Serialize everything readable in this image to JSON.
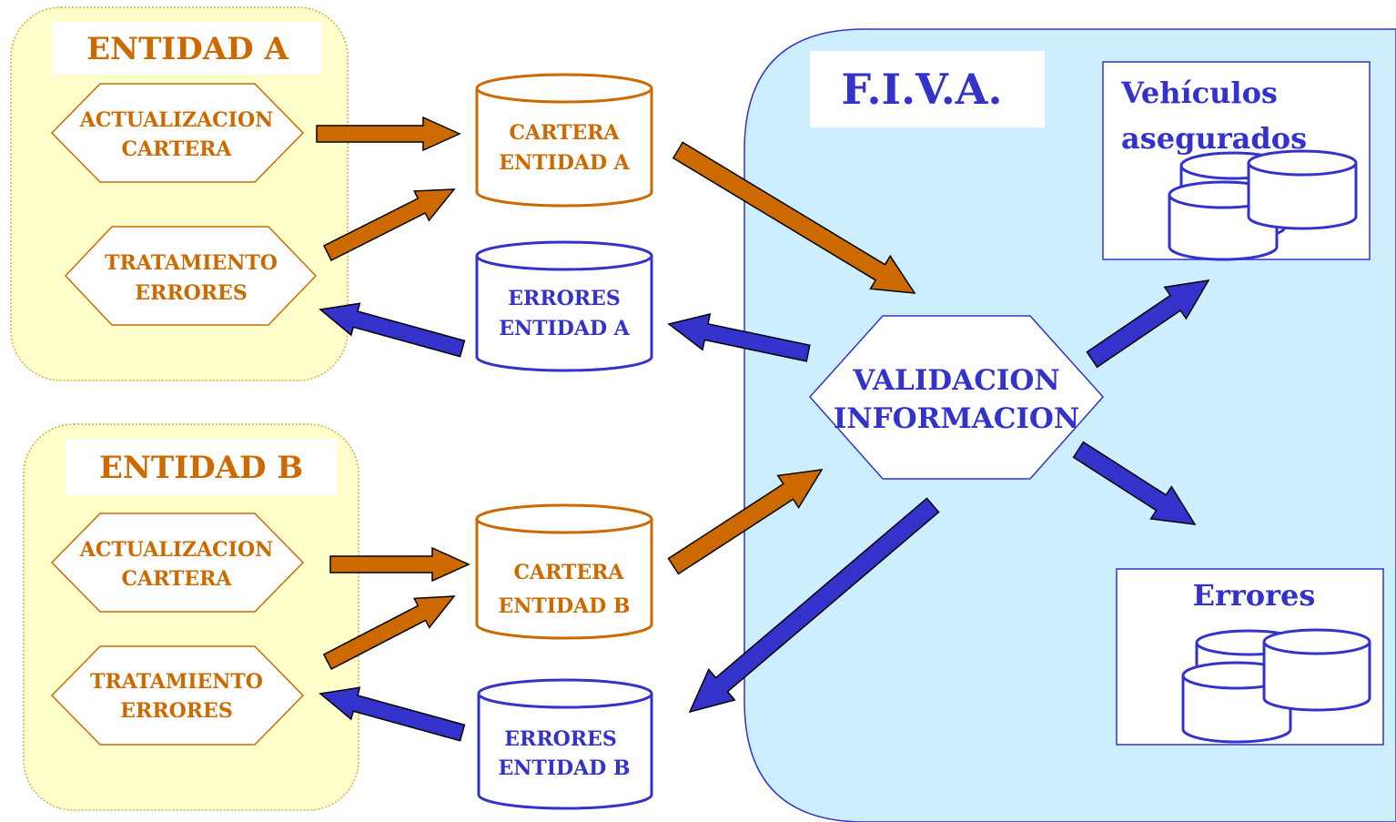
{
  "entity_a": {
    "title": "ENTIDAD A",
    "process_update": [
      "ACTUALIZACION",
      "CARTERA"
    ],
    "process_errors": [
      "TRATAMIENTO",
      "ERRORES"
    ]
  },
  "entity_b": {
    "title": "ENTIDAD B",
    "process_update": [
      "ACTUALIZACION",
      "CARTERA"
    ],
    "process_errors": [
      "TRATAMIENTO",
      "ERRORES"
    ]
  },
  "stores": {
    "cartera_a": [
      "CARTERA",
      "ENTIDAD A"
    ],
    "errores_a": [
      "ERRORES",
      "ENTIDAD A"
    ],
    "cartera_b": [
      "CARTERA",
      "ENTIDAD B"
    ],
    "errores_b": [
      "ERRORES",
      "ENTIDAD B"
    ]
  },
  "fiva": {
    "title": "F.I.V.A.",
    "validation": [
      "VALIDACION",
      "INFORMACION"
    ],
    "vehicles_box": [
      "Vehículos",
      "asegurados"
    ],
    "errors_box": "Errores"
  },
  "colors": {
    "orange": "#cc6a00",
    "blue": "#3333cc",
    "entity_fill": "#ffffcc",
    "fiva_fill": "#cceeff"
  }
}
